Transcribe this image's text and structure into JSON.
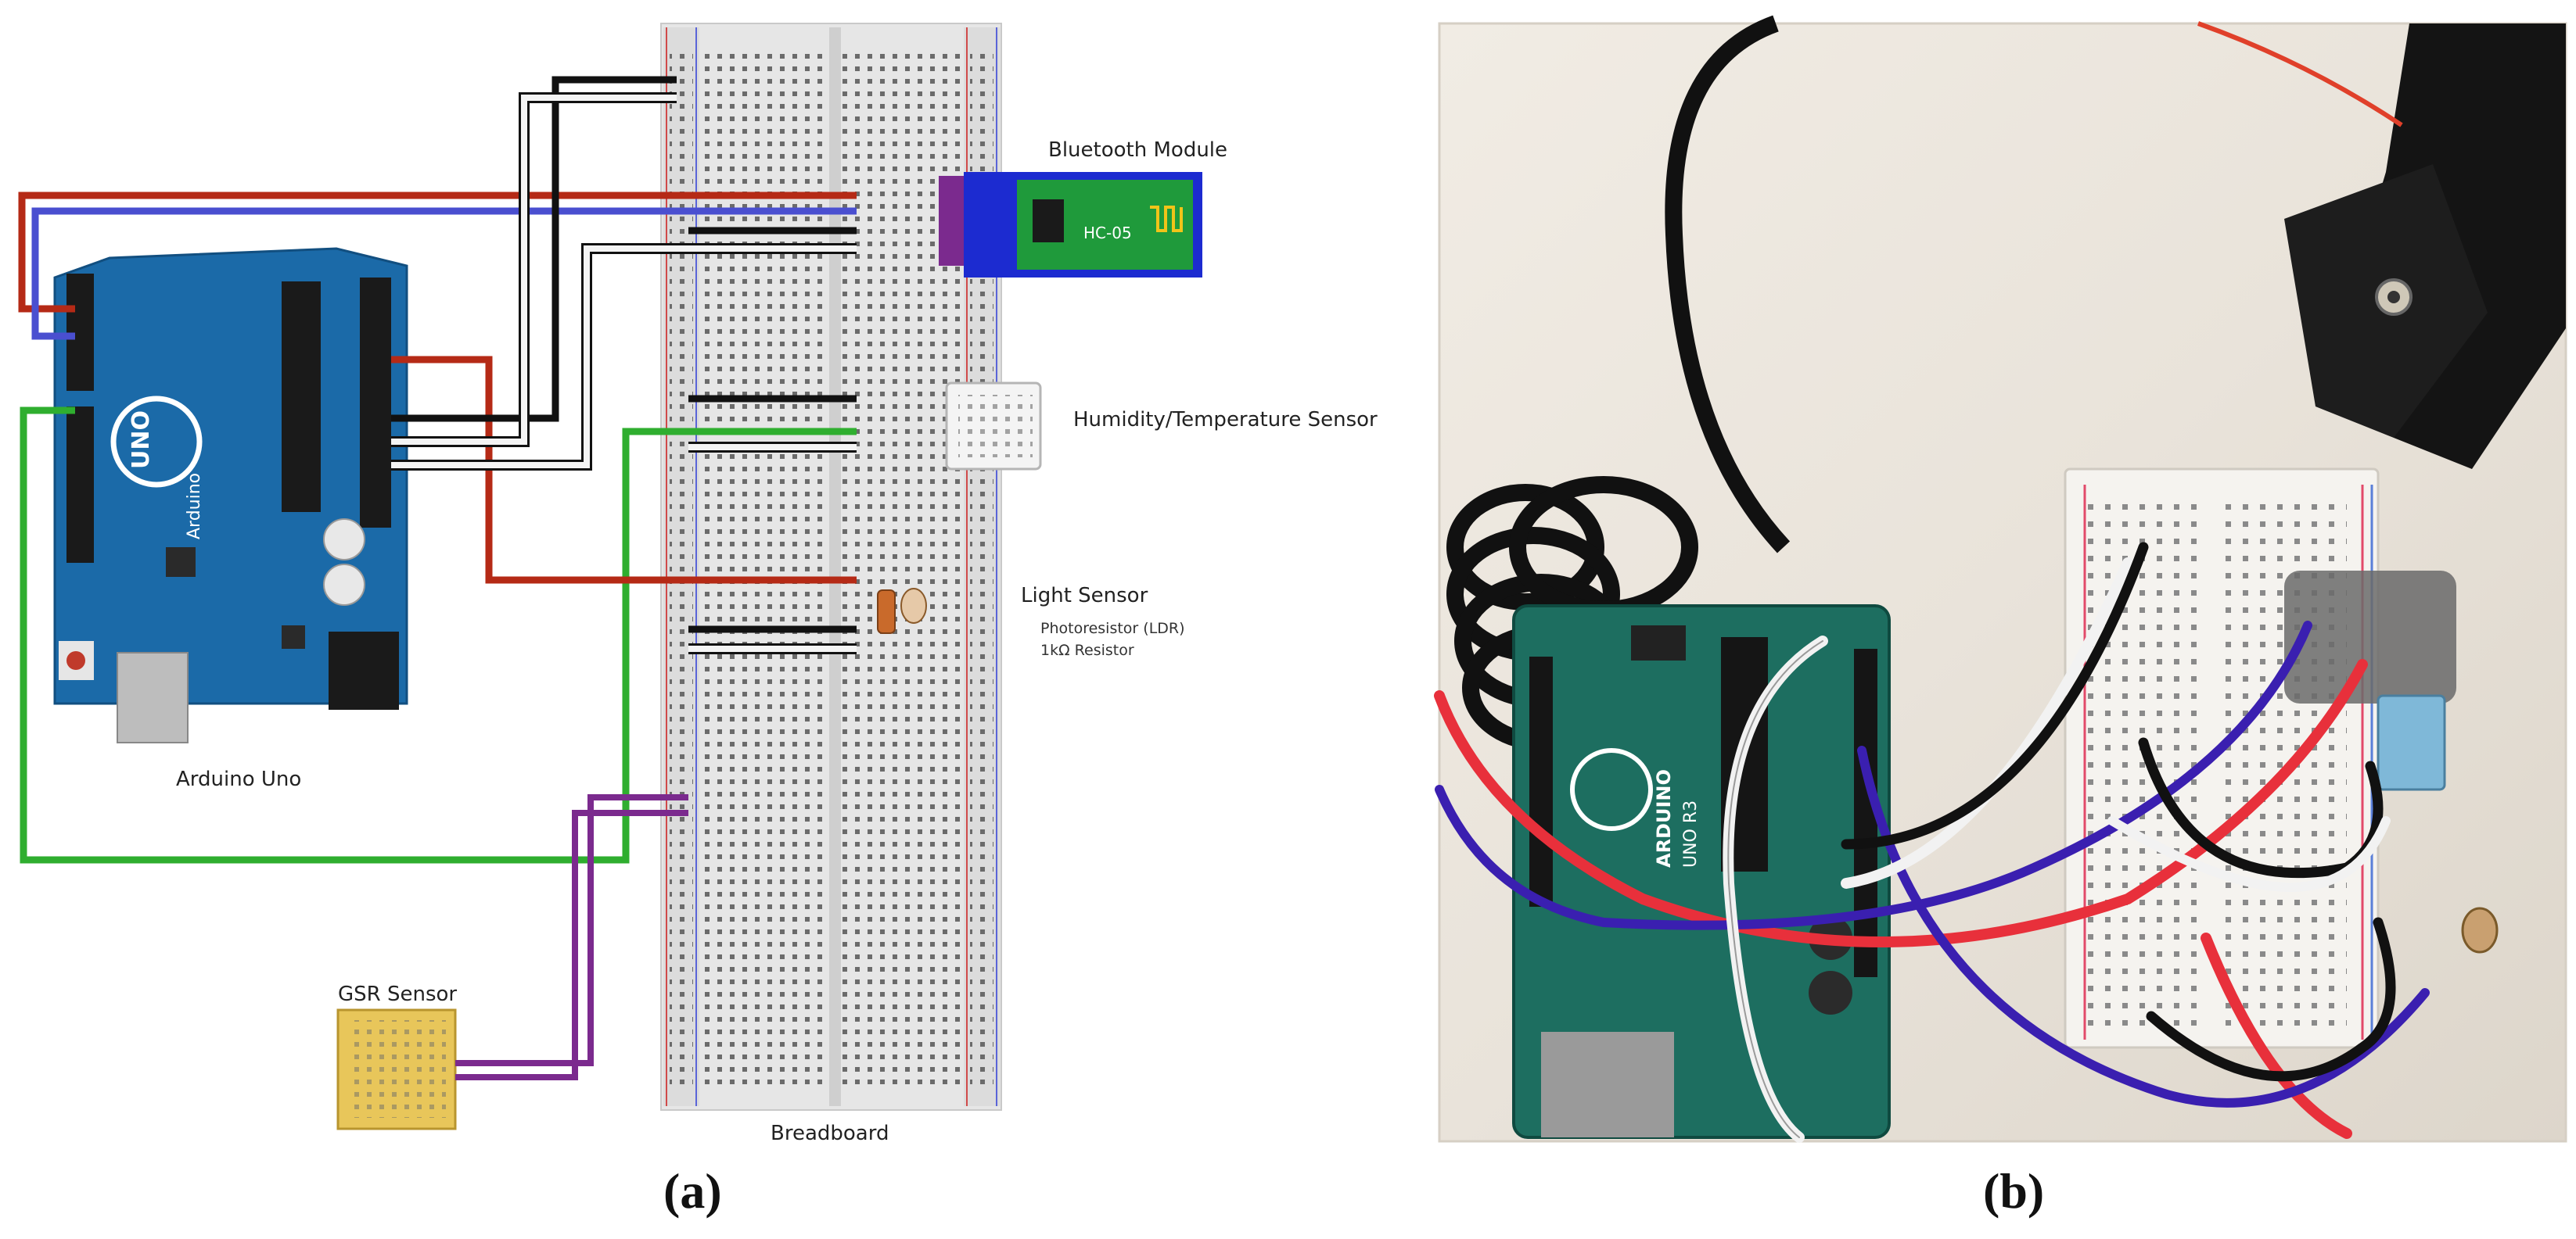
{
  "panels": {
    "a": {
      "caption": "(a)",
      "labels": {
        "bluetooth": "Bluetooth Module",
        "humidity": "Humidity/Temperature Sensor",
        "light": "Light Sensor",
        "ldr": "Photoresistor (LDR)",
        "resistor": "1kΩ Resistor",
        "arduino": "Arduino Uno",
        "gsr": "GSR Sensor",
        "breadboard": "Breadboard"
      },
      "arduino_board_text": {
        "uno": "UNO",
        "brand": "Arduino",
        "module": "HC-05"
      }
    },
    "b": {
      "caption": "(b)",
      "board_text": {
        "brand": "ARDUINO",
        "model": "UNO R3"
      }
    }
  },
  "colors": {
    "wire_red": "#b52a16",
    "wire_blue": "#4a4fd0",
    "wire_green": "#2fae2f",
    "wire_black": "#111111",
    "wire_white": "#f4f4f4",
    "wire_purple": "#7b2a8e",
    "arduino_blue": "#1b6aa8",
    "bt_green": "#1f9a3b",
    "gsr_yellow": "#e8c65a",
    "photo_red": "#e8303b",
    "photo_blue": "#3a1fb0",
    "photo_teal_board": "#1d6e60"
  }
}
